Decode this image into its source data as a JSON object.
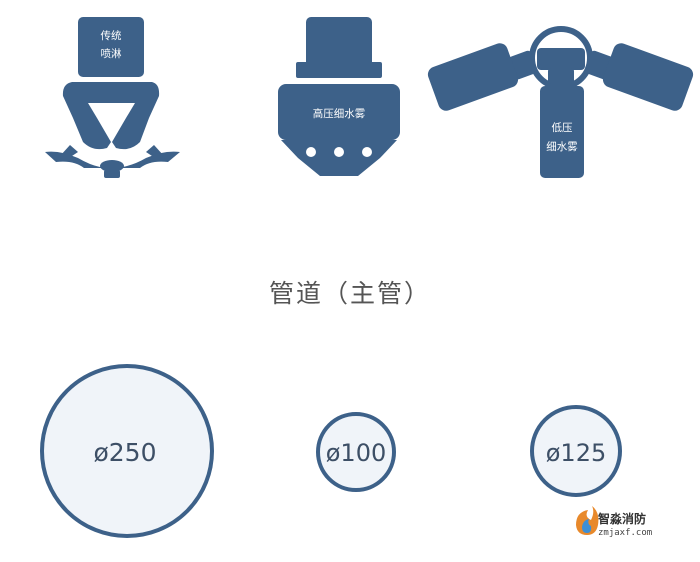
{
  "colors": {
    "primary": "#3d6189",
    "circle_fill": "#f0f4f9",
    "text_light": "#ffffff",
    "label_dark": "#3d4f66"
  },
  "sprinklers": {
    "traditional": {
      "line1": "传统",
      "line2": "喷淋"
    },
    "high_pressure": {
      "label": "高压细水雾"
    },
    "low_pressure": {
      "line1": "低压",
      "line2": "细水雾"
    }
  },
  "pipes": {
    "caption": "管道（主管）",
    "large": "ø250",
    "small": "ø100",
    "medium": "ø125"
  },
  "watermark": {
    "name": "智淼消防",
    "url": "zmjaxf.com",
    "icon": "flame-logo-icon"
  }
}
